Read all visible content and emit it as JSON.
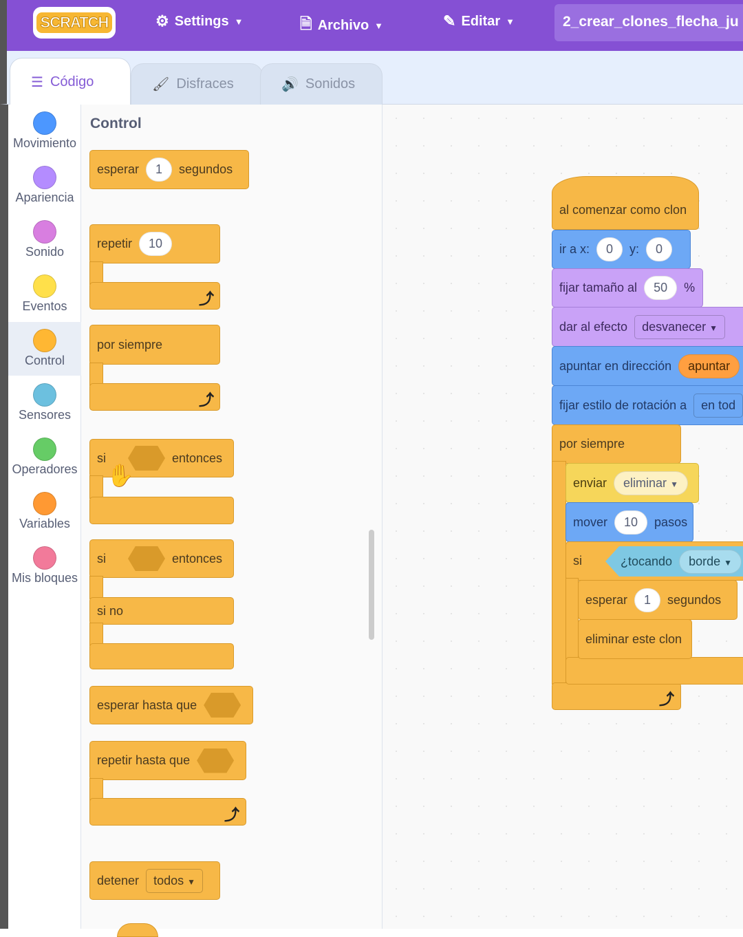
{
  "menubar": {
    "logo": "SCRATCH",
    "settings": "Settings",
    "file": "Archivo",
    "edit": "Editar",
    "project_title": "2_crear_clones_flecha_ju"
  },
  "tabs": [
    {
      "label": "Código"
    },
    {
      "label": "Disfraces"
    },
    {
      "label": "Sonidos"
    }
  ],
  "categories": [
    {
      "label": "Movimiento",
      "color": "#4c97ff"
    },
    {
      "label": "Apariencia",
      "color": "#9966ff"
    },
    {
      "label": "Sonido",
      "color": "#cf63cf"
    },
    {
      "label": "Eventos",
      "color": "#ffd500"
    },
    {
      "label": "Control",
      "color": "#ffab19"
    },
    {
      "label": "Sensores",
      "color": "#5cb1d6"
    },
    {
      "label": "Operadores",
      "color": "#59c059"
    },
    {
      "label": "Variables",
      "color": "#ff8c1a"
    },
    {
      "label": "Mis bloques",
      "color": "#ff6680"
    }
  ],
  "palette": {
    "title": "Control",
    "wait": {
      "label": "esperar",
      "value": "1",
      "unit": "segundos"
    },
    "repeat": {
      "label": "repetir",
      "value": "10"
    },
    "forever": {
      "label": "por siempre"
    },
    "if": {
      "label": "si",
      "then": "entonces"
    },
    "ifelse": {
      "label": "si",
      "then": "entonces",
      "else": "si no"
    },
    "wait_until": {
      "label": "esperar hasta que"
    },
    "repeat_until": {
      "label": "repetir hasta que"
    },
    "stop": {
      "label": "detener",
      "option": "todos"
    }
  },
  "script": {
    "hat": "al comenzar como clon",
    "goto": {
      "label": "ir a x:",
      "x": "0",
      "ylabel": "y:",
      "y": "0"
    },
    "size": {
      "label": "fijar tamaño al",
      "value": "50",
      "unit": "%"
    },
    "effect": {
      "label": "dar al efecto",
      "option": "desvanecer"
    },
    "point": {
      "label": "apuntar en dirección",
      "reporter": "apuntar"
    },
    "rotation": {
      "label": "fijar estilo de rotación a",
      "option": "en tod"
    },
    "forever": "por siempre",
    "broadcast": {
      "label": "enviar",
      "option": "eliminar"
    },
    "move": {
      "label": "mover",
      "value": "10",
      "unit": "pasos"
    },
    "if": {
      "label": "si",
      "sensing": "¿tocando",
      "option": "borde"
    },
    "wait": {
      "label": "esperar",
      "value": "1",
      "unit": "segundos"
    },
    "delete": "eliminar este clon"
  }
}
